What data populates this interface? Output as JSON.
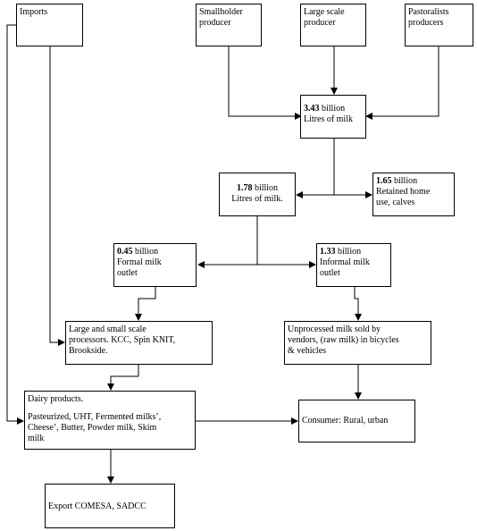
{
  "imports": "Imports",
  "smallholder": [
    "Smallholder",
    "producer"
  ],
  "large_scale": [
    "Large scale",
    "producer"
  ],
  "pastoralists": [
    "Pastoralists",
    "producers"
  ],
  "total": {
    "value": "3.43",
    "unit": " billion",
    "line2": "Litres of milk"
  },
  "marketed": {
    "value": "1.78",
    "unit": " billion",
    "line2": "Litres of milk."
  },
  "retained": {
    "value": "1.65",
    "unit": " billion",
    "line2": "Retained home",
    "line3": "use, calves"
  },
  "formal": {
    "value": "0.45",
    "unit": " billion",
    "line2": "Formal milk",
    "line3": "outlet"
  },
  "informal": {
    "value": "1.33",
    "unit": " billion",
    "line2": "Informal milk",
    "line3": "outlet"
  },
  "processors": [
    "Large and small scale",
    "processors. KCC, Spin KNIT,",
    "Brookside."
  ],
  "unprocessed": [
    "Unprocessed milk sold by",
    "vendors, (raw milk) in bicycles",
    "& vehicles"
  ],
  "dairy": {
    "title": "Dairy products.",
    "lines": [
      "Pasteurized, UHT, Fermented milks’,",
      "Cheese’, Butter, Powder milk, Skim",
      "milk"
    ]
  },
  "consumer": "Consumer: Rural, urban",
  "export": "Export COMESA, SADCC"
}
